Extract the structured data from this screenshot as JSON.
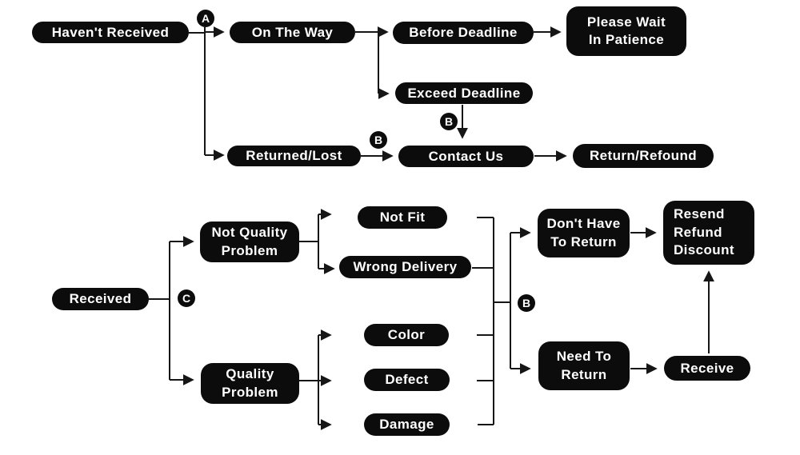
{
  "colors": {
    "node_fill": "#0c0c0c",
    "node_text": "#ffffff",
    "line": "#161616",
    "background": "#ffffff"
  },
  "badges": {
    "a": "A",
    "b": "B",
    "c": "C"
  },
  "nodes": {
    "havent_received": "Haven't Received",
    "on_the_way": "On The Way",
    "before_deadline": "Before Deadline",
    "please_wait": "Please Wait\nIn Patience",
    "exceed_deadline": "Exceed Deadline",
    "contact_us": "Contact Us",
    "returned_lost": "Returned/Lost",
    "return_refound": "Return/Refound",
    "received": "Received",
    "not_quality_problem": "Not Quality\nProblem",
    "quality_problem": "Quality\nProblem",
    "not_fit": "Not Fit",
    "wrong_delivery": "Wrong Delivery",
    "color": "Color",
    "defect": "Defect",
    "damage": "Damage",
    "dont_have_to_return": "Don't Have\nTo Return",
    "resend_refund_discount": "Resend\nRefund\nDiscount",
    "need_to_return": "Need To\nReturn",
    "receive": "Receive"
  },
  "edges": [
    {
      "from": "Haven't Received",
      "to": "On The Way",
      "label": "A"
    },
    {
      "from": "Haven't Received",
      "to": "Returned/Lost",
      "label": "A"
    },
    {
      "from": "On The Way",
      "to": "Before Deadline"
    },
    {
      "from": "On The Way",
      "to": "Exceed Deadline"
    },
    {
      "from": "Before Deadline",
      "to": "Please Wait In Patience"
    },
    {
      "from": "Exceed Deadline",
      "to": "Contact Us",
      "label": "B"
    },
    {
      "from": "Returned/Lost",
      "to": "Contact Us",
      "label": "B"
    },
    {
      "from": "Contact Us",
      "to": "Return/Refound"
    },
    {
      "from": "Received",
      "to": "Not Quality Problem",
      "label": "C"
    },
    {
      "from": "Received",
      "to": "Quality Problem",
      "label": "C"
    },
    {
      "from": "Not Quality Problem",
      "to": "Not Fit"
    },
    {
      "from": "Not Quality Problem",
      "to": "Wrong Delivery"
    },
    {
      "from": "Quality Problem",
      "to": "Color"
    },
    {
      "from": "Quality Problem",
      "to": "Defect"
    },
    {
      "from": "Quality Problem",
      "to": "Damage"
    },
    {
      "from": "Not Fit + Wrong Delivery + Color + Defect + Damage",
      "to": "Don't Have To Return",
      "label": "B"
    },
    {
      "from": "Not Fit + Wrong Delivery + Color + Defect + Damage",
      "to": "Need To Return",
      "label": "B"
    },
    {
      "from": "Don't Have To Return",
      "to": "Resend Refund Discount"
    },
    {
      "from": "Need To Return",
      "to": "Receive"
    },
    {
      "from": "Receive",
      "to": "Resend Refund Discount"
    }
  ]
}
